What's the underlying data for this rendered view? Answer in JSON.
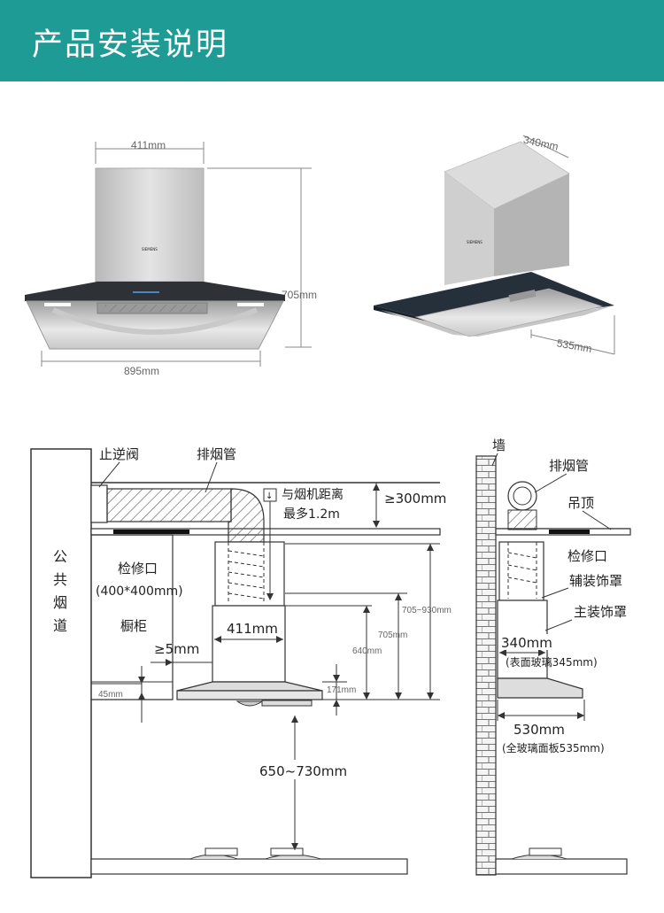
{
  "header": {
    "title": "产品安装说明",
    "bg_color": "#1f9b96"
  },
  "top_front": {
    "width_top": "411mm",
    "height": "705mm",
    "width_bottom": "895mm",
    "brand": "SIEMENS"
  },
  "top_side": {
    "depth_top": "340mm",
    "depth_bottom": "535mm",
    "brand": "SIEMENS"
  },
  "install_front": {
    "check_valve": "止逆阀",
    "exhaust_pipe": "排烟管",
    "public_flue": [
      "公",
      "共",
      "烟",
      "道"
    ],
    "access_port": "检修口",
    "access_size": "(400*400mm)",
    "cabinet": "橱柜",
    "distance_note_1": "与烟机距离",
    "distance_note_2": "最多1.2m",
    "ceiling_clear": "≥300mm",
    "range_705_930": "705~930mm",
    "dim_705": "705mm",
    "dim_640": "640mm",
    "chimney_width": "411mm",
    "gap_5": "≥5mm",
    "dim_45": "45mm",
    "dim_171": "171mm",
    "stove_height": "650~730mm"
  },
  "install_side": {
    "wall": "墙",
    "exhaust_pipe": "排烟管",
    "ceiling": "吊顶",
    "access_port": "检修口",
    "aux_cover": "辅装饰罩",
    "main_cover": "主装饰罩",
    "depth_340": "340mm",
    "glass_345": "(表面玻璃345mm)",
    "depth_530": "530mm",
    "glass_535": "(全玻璃面板535mm)"
  }
}
